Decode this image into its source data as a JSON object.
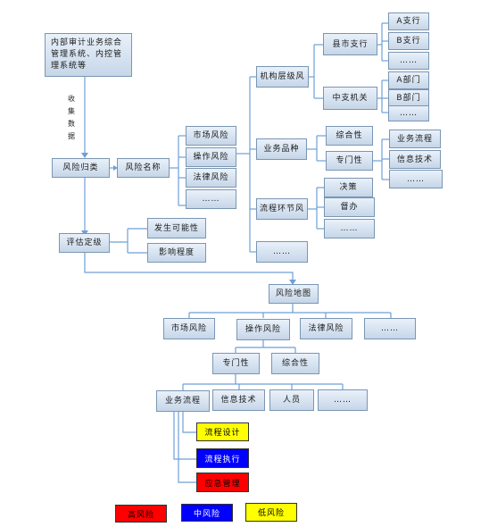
{
  "nodes": {
    "source": "内部审计业务综合管理系统、内控管理系统等",
    "collect": [
      "收",
      "集",
      "数",
      "据"
    ],
    "risk_collect": "风险归类",
    "risk_name": "风险名称",
    "market_risk": "市场风险",
    "op_risk": "操作风险",
    "legal_risk": "法律风险",
    "dots": "……",
    "assess": "评估定级",
    "probability": "发生可能性",
    "impact": "影响程度",
    "org_level": "机构层级风",
    "branch": "县市支行",
    "a_sub": "A支行",
    "b_sub": "B支行",
    "central": "中支机关",
    "a_dept": "A部门",
    "b_dept": "B部门",
    "biz_variety": "业务品种",
    "compliance": "综合性",
    "specialty": "专门性",
    "biz_process": "业务流程",
    "info_tech": "信息技术",
    "process_link": "流程环节风",
    "decision": "决策",
    "handling": "督办",
    "risk_map": "风险地图",
    "map_market": "市场风险",
    "map_op": "操作风险",
    "map_legal": "法律风险",
    "map_special": "专门性",
    "map_compliance": "综合性",
    "map_process": "业务流程",
    "map_it": "信息技术",
    "map_people": "人员",
    "proc_design": "流程设计",
    "proc_exec": "流程执行",
    "emergency": "应急管理"
  },
  "legend": {
    "high": "高风险",
    "mid": "中风险",
    "low": "低风险"
  },
  "colors": {
    "box_fill": "#c6d6e8",
    "box_border": "#7a96b3",
    "line": "#6f9fd8",
    "red": "#ff0000",
    "blue": "#0000ff",
    "yellow": "#ffff00"
  }
}
